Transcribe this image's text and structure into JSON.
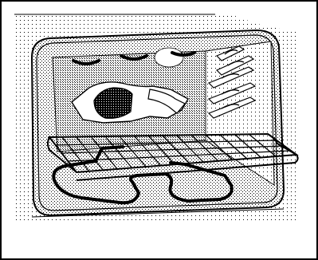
{
  "figure": {
    "subject": "oven-interior",
    "components": [
      "oven-cavity",
      "oven-rack",
      "bake-element",
      "broil-element",
      "rack-supports",
      "aluminum-foil-sheet"
    ]
  },
  "colors": {
    "line": "#000000",
    "background": "#ffffff",
    "stipple": "#000000"
  }
}
